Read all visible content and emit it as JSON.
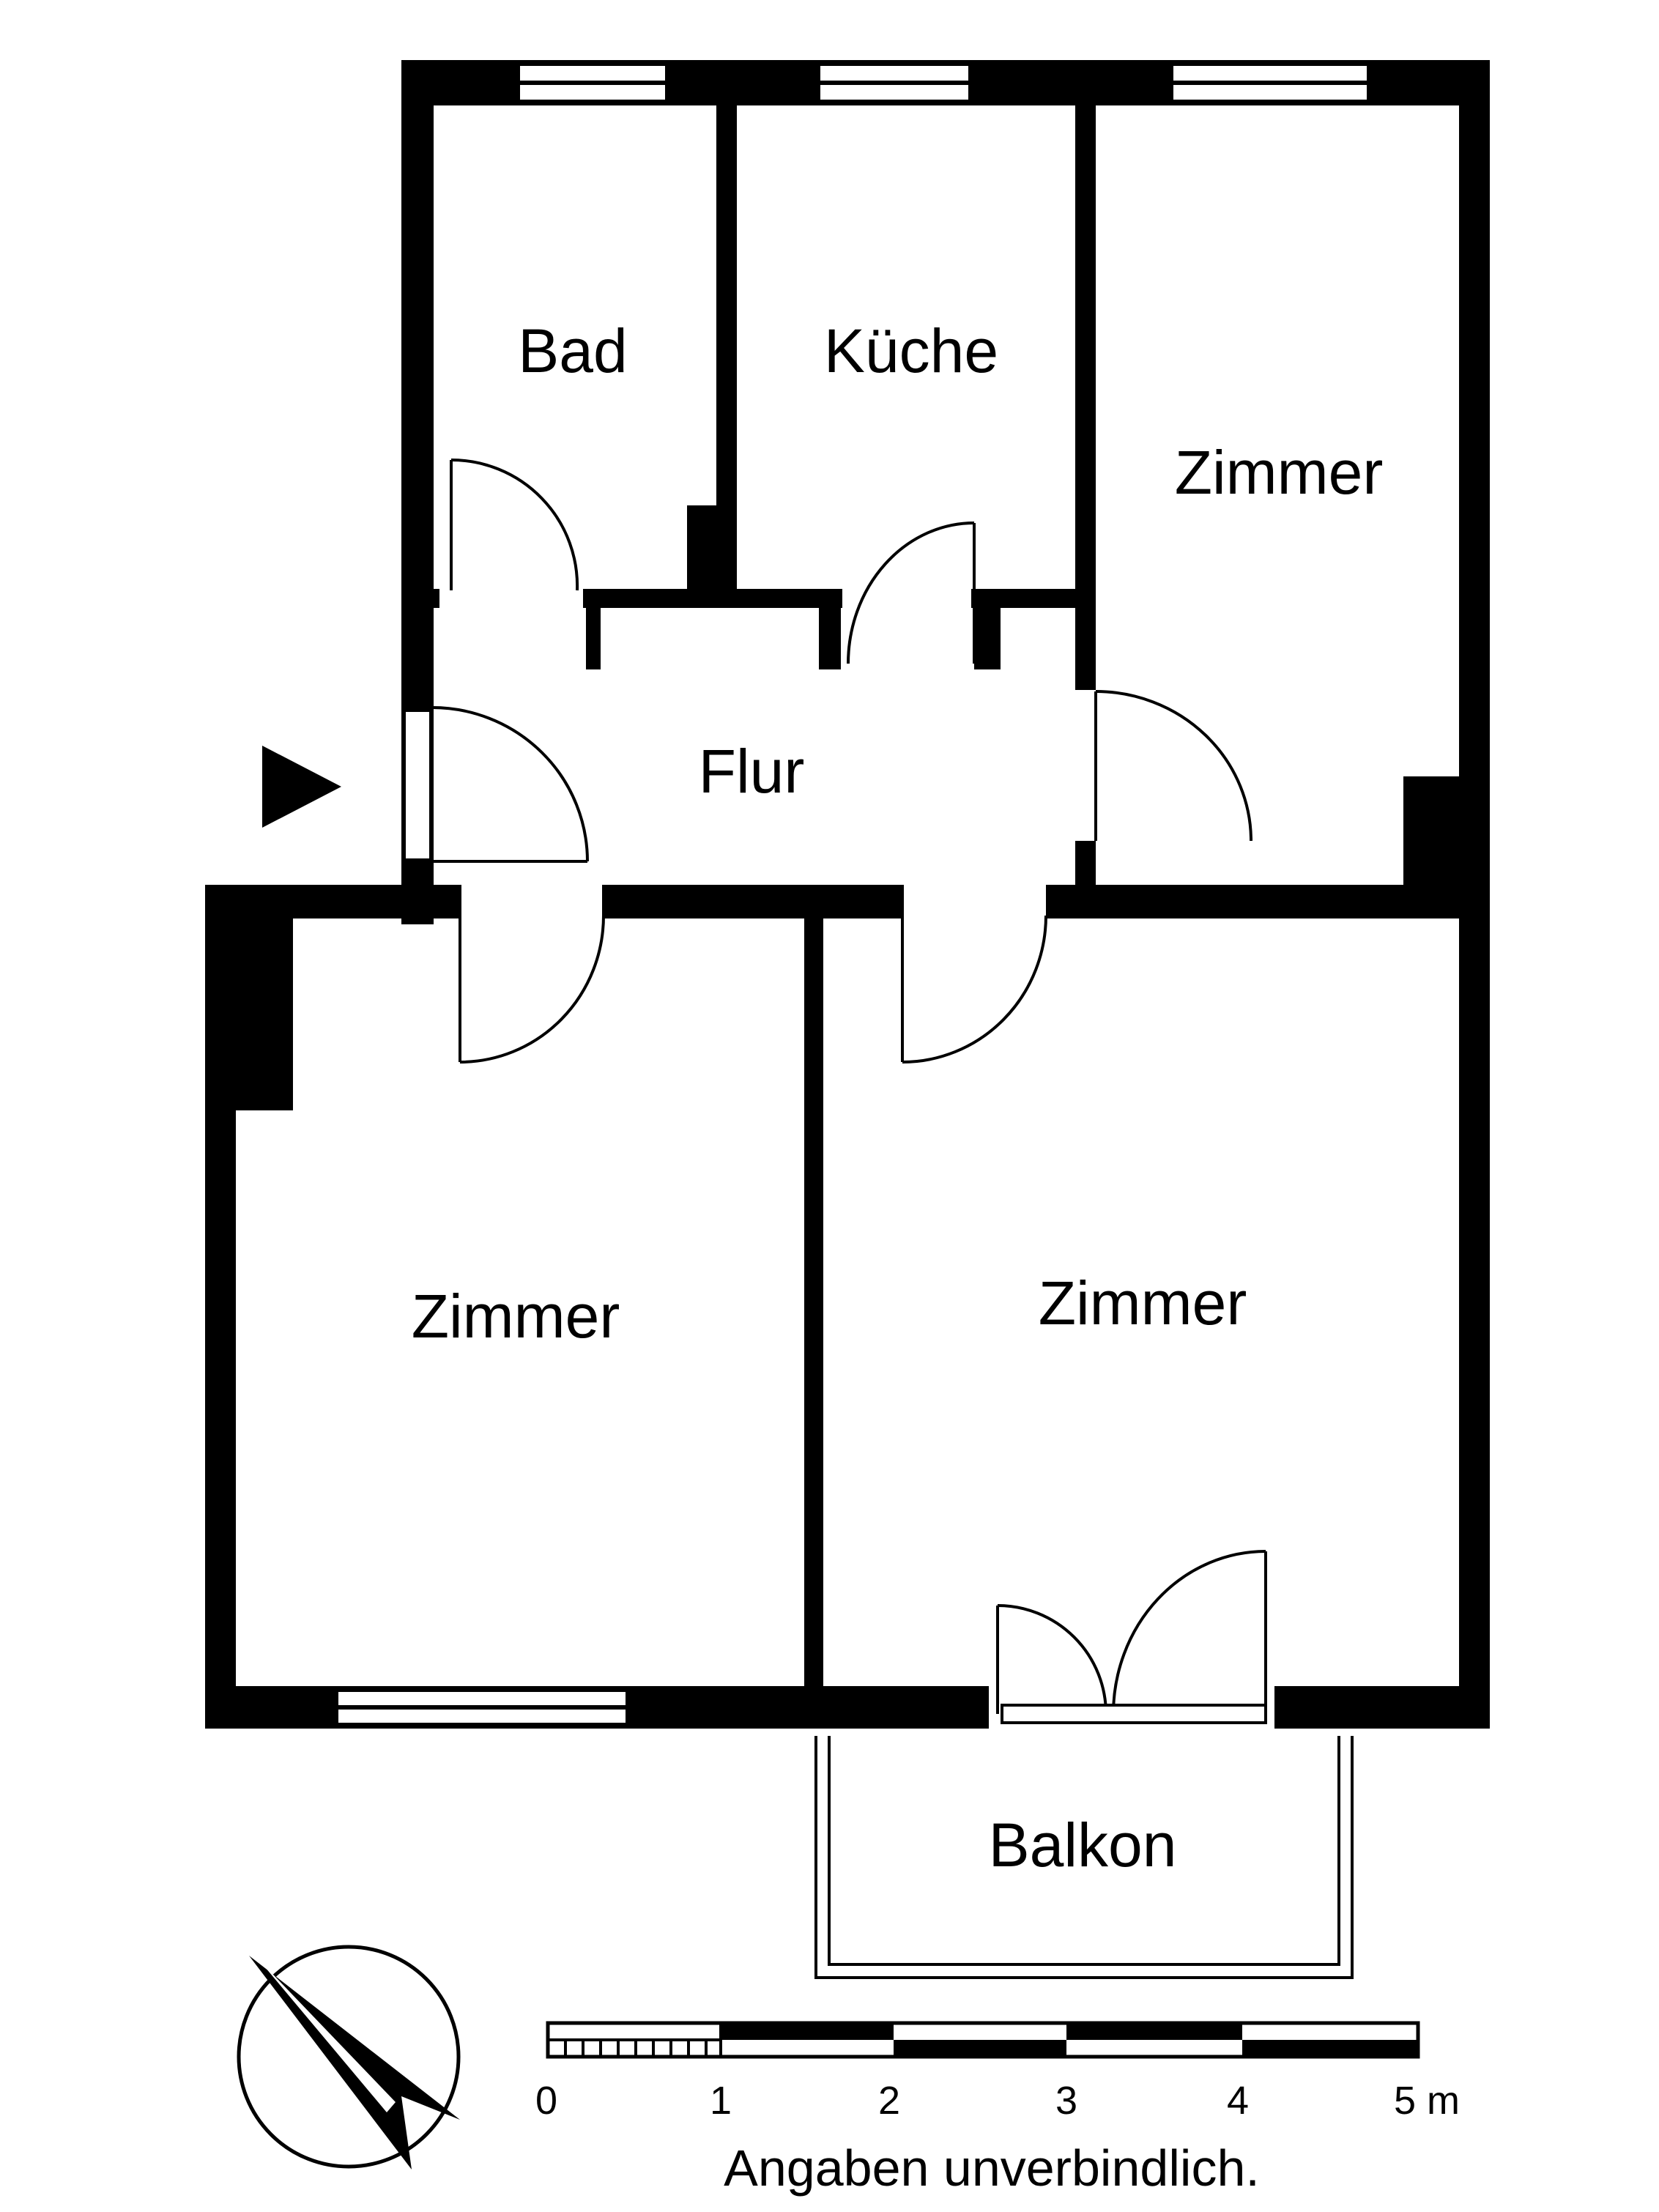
{
  "rooms": {
    "bad": "Bad",
    "kueche": "Küche",
    "zimmer_top_right": "Zimmer",
    "flur": "Flur",
    "zimmer_bottom_left": "Zimmer",
    "zimmer_bottom_right": "Zimmer",
    "balkon": "Balkon"
  },
  "scale_bar": {
    "ticks": [
      "0",
      "1",
      "2",
      "3",
      "4",
      "5 m"
    ]
  },
  "disclaimer": "Angaben unverbindlich.",
  "icons": {
    "entrance": "entrance-arrow-icon",
    "north": "north-compass-icon"
  }
}
